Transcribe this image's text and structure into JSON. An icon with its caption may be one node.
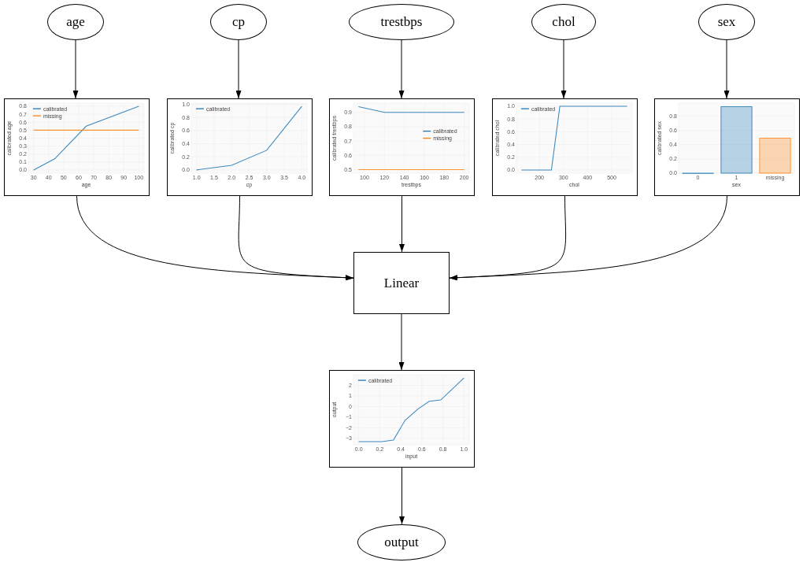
{
  "diagram": {
    "nodes": [
      {
        "text": [
          "age"
        ]
      },
      {
        "text": [
          "cp"
        ]
      },
      {
        "text": [
          "trestbps"
        ]
      },
      {
        "text": [
          "chol"
        ]
      },
      {
        "text": [
          "sex"
        ]
      },
      {
        "text": [],
        "shape": "picture"
      },
      {
        "text": [],
        "shape": "picture"
      },
      {
        "text": [],
        "shape": "picture"
      },
      {
        "text": [],
        "shape": "picture"
      },
      {
        "text": [],
        "shape": "picture"
      },
      {
        "text": [
          "Linear"
        ]
      },
      {
        "text": [],
        "shape": "picture"
      },
      {
        "text": [
          "output"
        ]
      }
    ],
    "edges": [
      {
        "from": 0,
        "to": 5,
        "arrow": "to"
      },
      {
        "from": 1,
        "to": 6,
        "arrow": "to"
      },
      {
        "from": 2,
        "to": 7,
        "arrow": "to"
      },
      {
        "from": 3,
        "to": 8,
        "arrow": "to"
      },
      {
        "from": 4,
        "to": 9,
        "arrow": "to"
      },
      {
        "from": 5,
        "to": 10,
        "arrow": "to"
      },
      {
        "from": 6,
        "to": 10,
        "arrow": "to"
      },
      {
        "from": 7,
        "to": 10,
        "arrow": "to"
      },
      {
        "from": 8,
        "to": 10,
        "arrow": "to"
      },
      {
        "from": 9,
        "to": 10,
        "arrow": "to"
      },
      {
        "from": 10,
        "to": 11,
        "arrow": "to"
      },
      {
        "from": 11,
        "to": 12,
        "arrow": "to"
      }
    ],
    "chart_data": [
      {
        "type": "line",
        "xlabel": "age",
        "ylabel": "calibrated age",
        "x": [
          30,
          44,
          65,
          100
        ],
        "series": [
          {
            "name": "calibrated",
            "color": "#1f77b4",
            "values": [
              0,
              0.14,
              0.55,
              0.8
            ]
          },
          {
            "name": "missing",
            "color": "#ff7f0e",
            "values": [
              0.5,
              0.5,
              0.5,
              0.5
            ]
          }
        ],
        "grid": true,
        "legend": "upper left",
        "xlim": [
          26.5,
          103.5
        ],
        "ylim": [
          -0.04,
          0.84
        ],
        "xticks": [
          30,
          40,
          50,
          60,
          70,
          80,
          90,
          100
        ],
        "yticks": [
          {
            "value": 0,
            "label": "0.0"
          },
          0.1,
          0.2,
          0.3,
          0.4,
          0.5,
          0.6,
          0.7,
          0.8
        ]
      },
      {
        "type": "line",
        "xlabel": "cp",
        "ylabel": "calibrated cp",
        "x": [
          1,
          2,
          3,
          4
        ],
        "series": [
          {
            "name": "calibrated",
            "color": "#1f77b4",
            "values": [
              0,
              0.07,
              0.3,
              0.97
            ]
          }
        ],
        "grid": true,
        "legend": "upper left",
        "xlim": [
          0.85,
          4.15
        ],
        "ylim": [
          -0.05,
          1.02
        ],
        "xticks": [
          {
            "value": 1,
            "label": "1.0"
          },
          1.5,
          {
            "value": 2,
            "label": "2.0"
          },
          2.5,
          {
            "value": 3,
            "label": "3.0"
          },
          3.5,
          {
            "value": 4,
            "label": "4.0"
          }
        ],
        "yticks": [
          {
            "value": 0,
            "label": "0.0"
          },
          0.2,
          0.4,
          0.6,
          0.8,
          {
            "value": 1,
            "label": "1.0"
          }
        ]
      },
      {
        "type": "line",
        "xlabel": "trestbps",
        "ylabel": "calibrated trestbps",
        "x": [
          94,
          120,
          200
        ],
        "series": [
          {
            "name": "calibrated",
            "color": "#1f77b4",
            "values": [
              0.94,
              0.9,
              0.9
            ]
          },
          {
            "name": "missing",
            "color": "#ff7f0e",
            "values": [
              0.5,
              0.5,
              0.5
            ]
          }
        ],
        "grid": true,
        "legend": "center right",
        "xlim": [
          89,
          205
        ],
        "ylim": [
          0.475,
          0.965
        ],
        "xticks": [
          100,
          120,
          140,
          160,
          180,
          200
        ],
        "yticks": [
          0.5,
          0.6,
          0.7,
          0.8,
          0.9
        ]
      },
      {
        "type": "line",
        "xlabel": "chol",
        "ylabel": "calibrated chol",
        "x": [
          126,
          250,
          285,
          564
        ],
        "series": [
          {
            "name": "calibrated",
            "color": "#1f77b4",
            "values": [
              0,
              0,
              1,
              1
            ]
          }
        ],
        "grid": true,
        "legend": "upper left",
        "xlim": [
          105,
          585
        ],
        "ylim": [
          -0.05,
          1.05
        ],
        "xticks": [
          200,
          300,
          400,
          500
        ],
        "yticks": [
          {
            "value": 0,
            "label": "0.0"
          },
          0.2,
          0.4,
          0.6,
          0.8,
          {
            "value": 1,
            "label": "1.0"
          }
        ]
      },
      {
        "type": "bar",
        "xlabel": "sex",
        "ylabel": "calibrated sex",
        "categories": [
          "0",
          "1",
          "missing"
        ],
        "stacked": true,
        "series": [
          {
            "color": "#1f77b4",
            "values": [
              0,
              0.93,
              null
            ]
          },
          {
            "color": "#ff7f0e",
            "values": [
              null,
              null,
              0.49
            ]
          }
        ],
        "grid": true,
        "ylim": [
          0,
          0.98
        ],
        "yticks": [
          {
            "value": 0,
            "label": "0.0"
          },
          0.2,
          0.4,
          0.6,
          0.8
        ]
      },
      {
        "type": "line",
        "xlabel": "input",
        "ylabel": "output",
        "x": [
          0,
          0.22,
          0.33,
          0.44,
          0.56,
          0.67,
          0.78,
          1
        ],
        "series": [
          {
            "name": "calibrated",
            "color": "#1f77b4",
            "values": [
              -3.3,
              -3.3,
              -3.15,
              -1.3,
              -0.25,
              0.5,
              0.62,
              2.7
            ]
          }
        ],
        "grid": true,
        "legend": "upper left",
        "xlim": [
          -0.05,
          1.05
        ],
        "ylim": [
          -3.6,
          3
        ],
        "xticks": [
          {
            "value": 0,
            "label": "0.0"
          },
          0.2,
          0.4,
          0.6,
          0.8,
          {
            "value": 1,
            "label": "1.0"
          }
        ],
        "yticks": [
          {
            "value": -3,
            "label": "−3"
          },
          {
            "value": -2,
            "label": "−2"
          },
          {
            "value": -1,
            "label": "−1"
          },
          0,
          1,
          2
        ]
      }
    ]
  }
}
